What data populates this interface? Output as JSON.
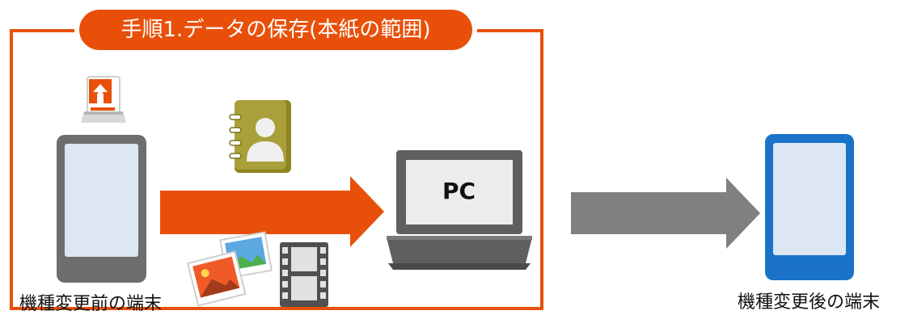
{
  "step_title": "手順1.データの保存(本紙の範囲)",
  "old_device_label": "機種変更前の端末",
  "new_device_label": "機種変更後の端末",
  "pc_label": "PC",
  "icons": {
    "upload": "upload-tray-icon",
    "contacts": "address-book-icon",
    "photos": "photos-icon",
    "video": "film-strip-icon",
    "old_phone": "smartphone-icon",
    "pc": "laptop-icon",
    "new_phone": "smartphone-icon"
  },
  "colors": {
    "accent": "#e8500a",
    "phone_old": "#6e6e6e",
    "phone_new": "#1a73c8",
    "screen": "#dce7f3",
    "transfer_arrow": "#808080"
  }
}
